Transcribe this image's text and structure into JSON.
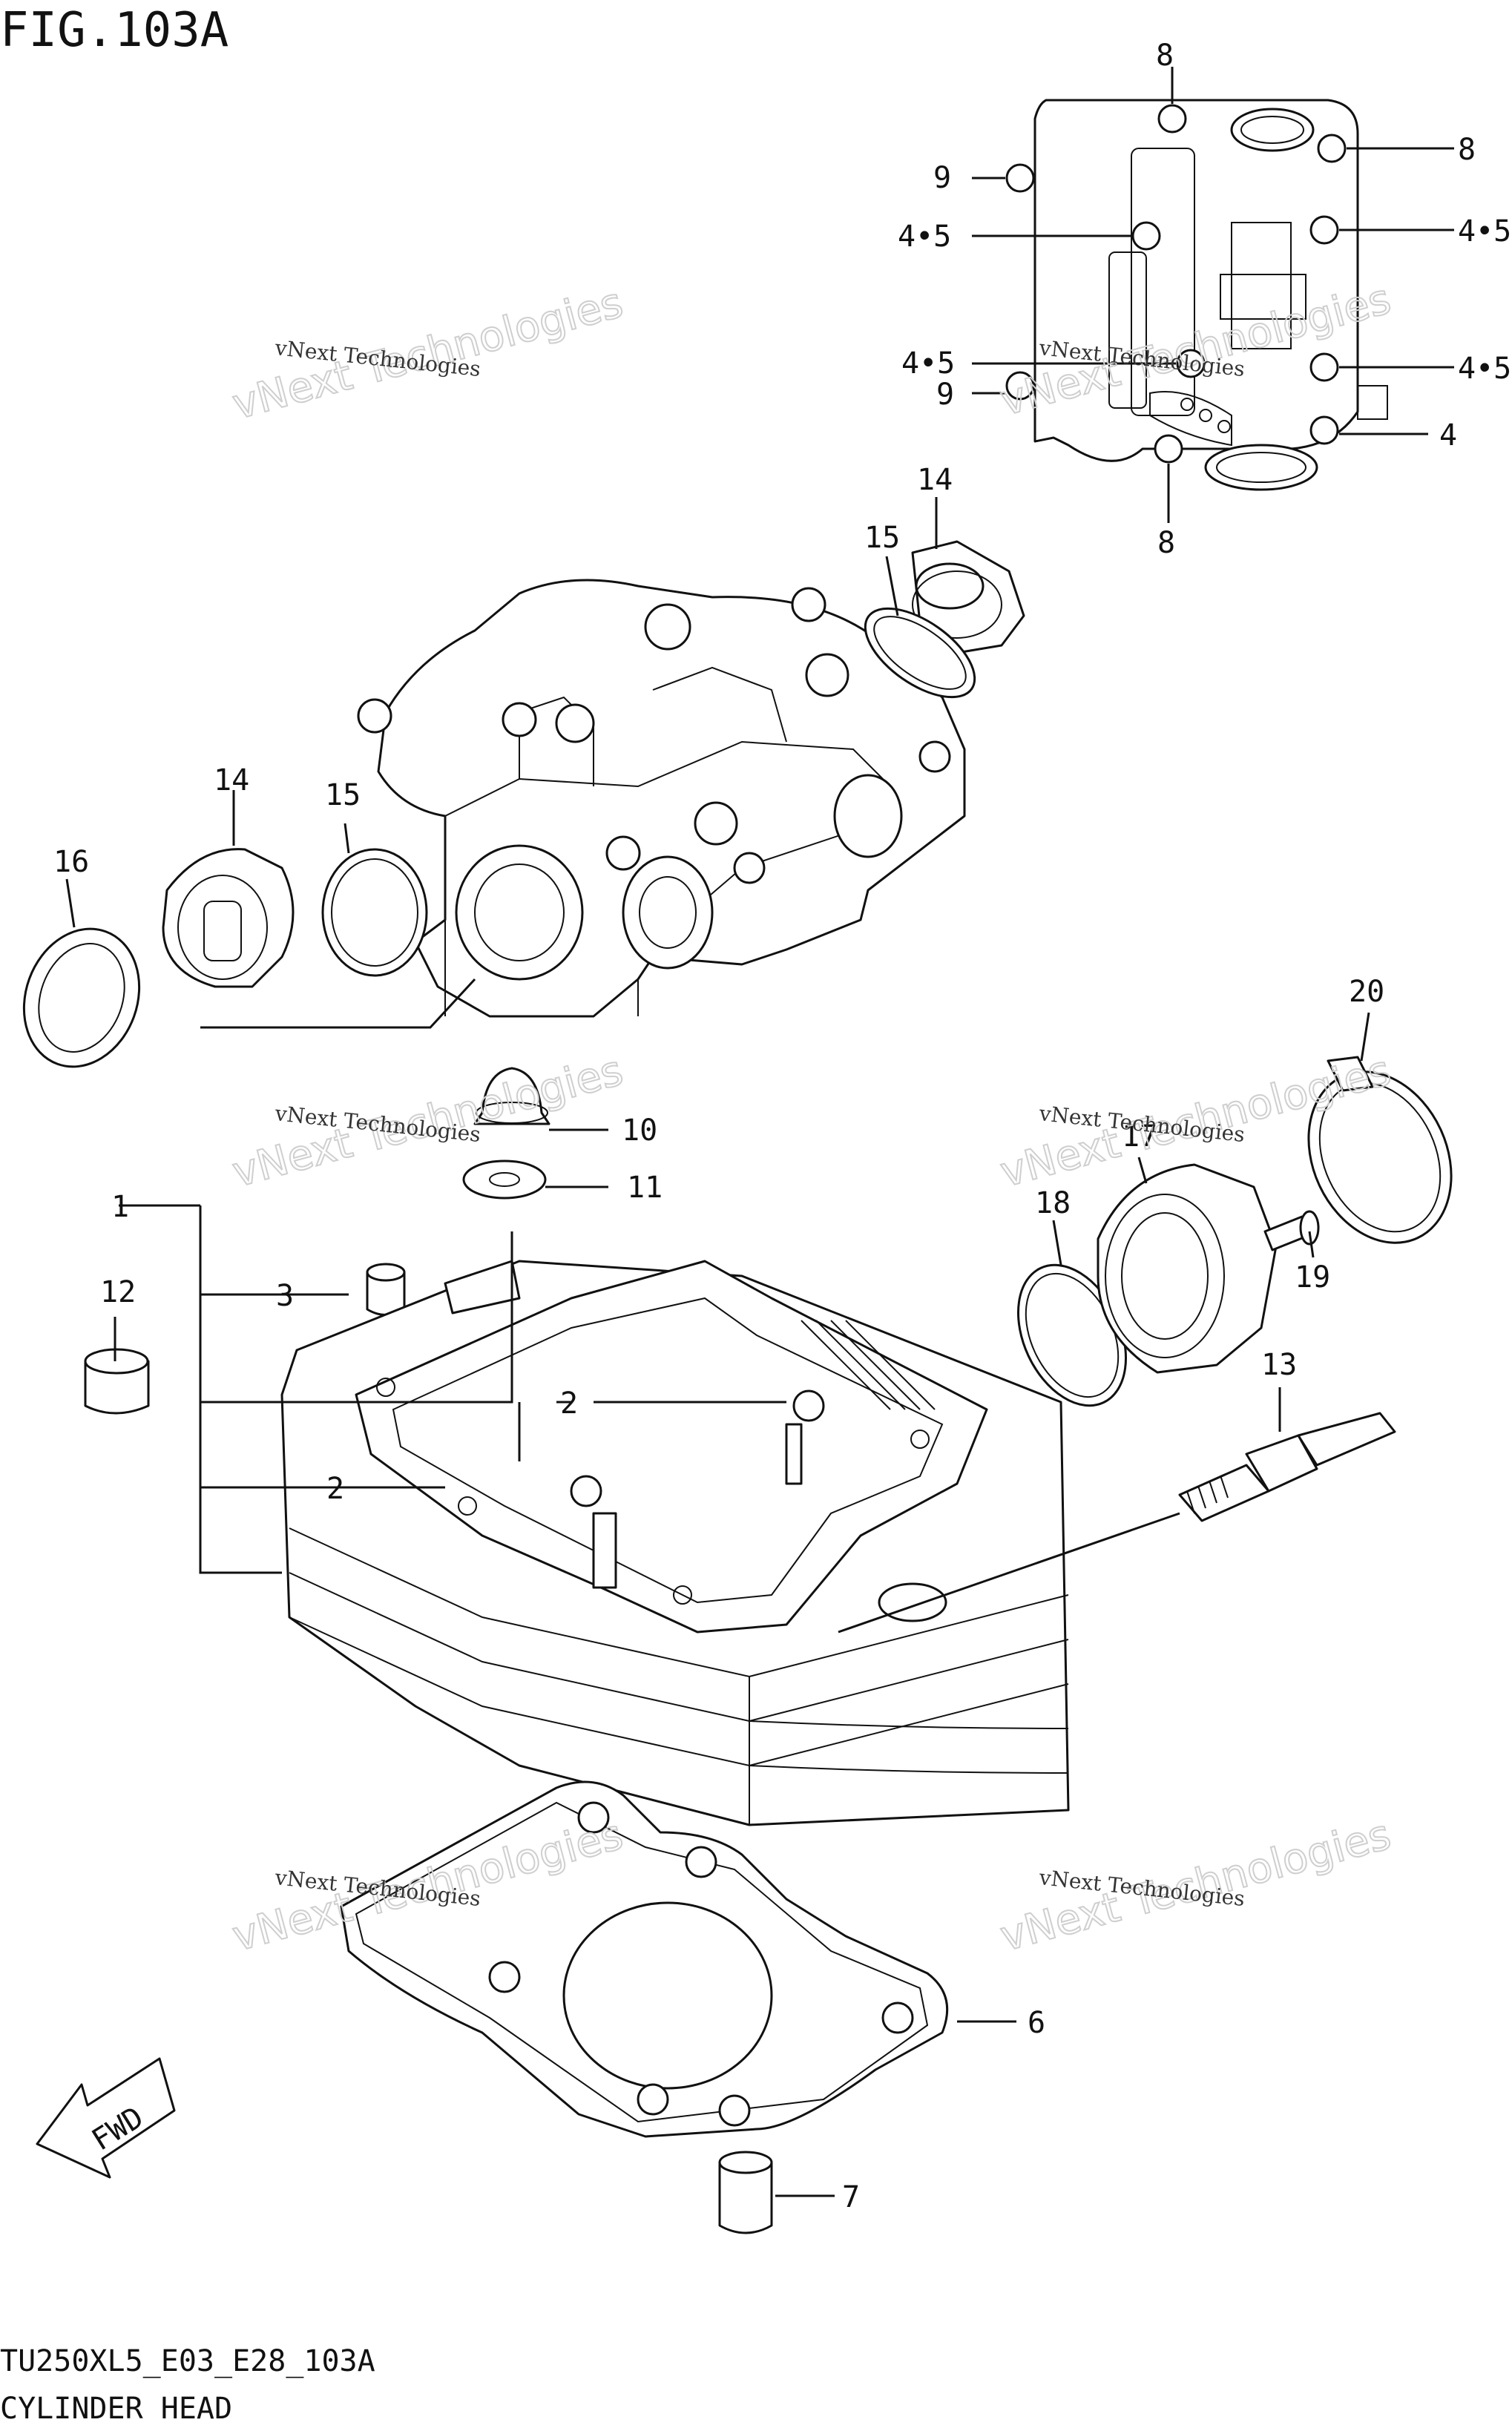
{
  "figure": {
    "title": "FIG.103A",
    "code": "TU250XL5_E03_E28_103A",
    "name": "CYLINDER HEAD"
  },
  "watermark": {
    "line1": "vNext Technologies",
    "line2": "vNext Technologies"
  },
  "fwd_label": "FWD",
  "callouts": {
    "c1": "1",
    "c2a": "2",
    "c2b": "2",
    "c3": "3",
    "c4": "4",
    "c45a": "4•5",
    "c45b": "4•5",
    "c45c": "4•5",
    "c45d": "4•5",
    "c6": "6",
    "c7": "7",
    "c8a": "8",
    "c8b": "8",
    "c8c": "8",
    "c9a": "9",
    "c9b": "9",
    "c10": "10",
    "c11": "11",
    "c12": "12",
    "c13": "13",
    "c14a": "14",
    "c14b": "14",
    "c15a": "15",
    "c15b": "15",
    "c16": "16",
    "c17": "17",
    "c18": "18",
    "c19": "19",
    "c20": "20"
  }
}
